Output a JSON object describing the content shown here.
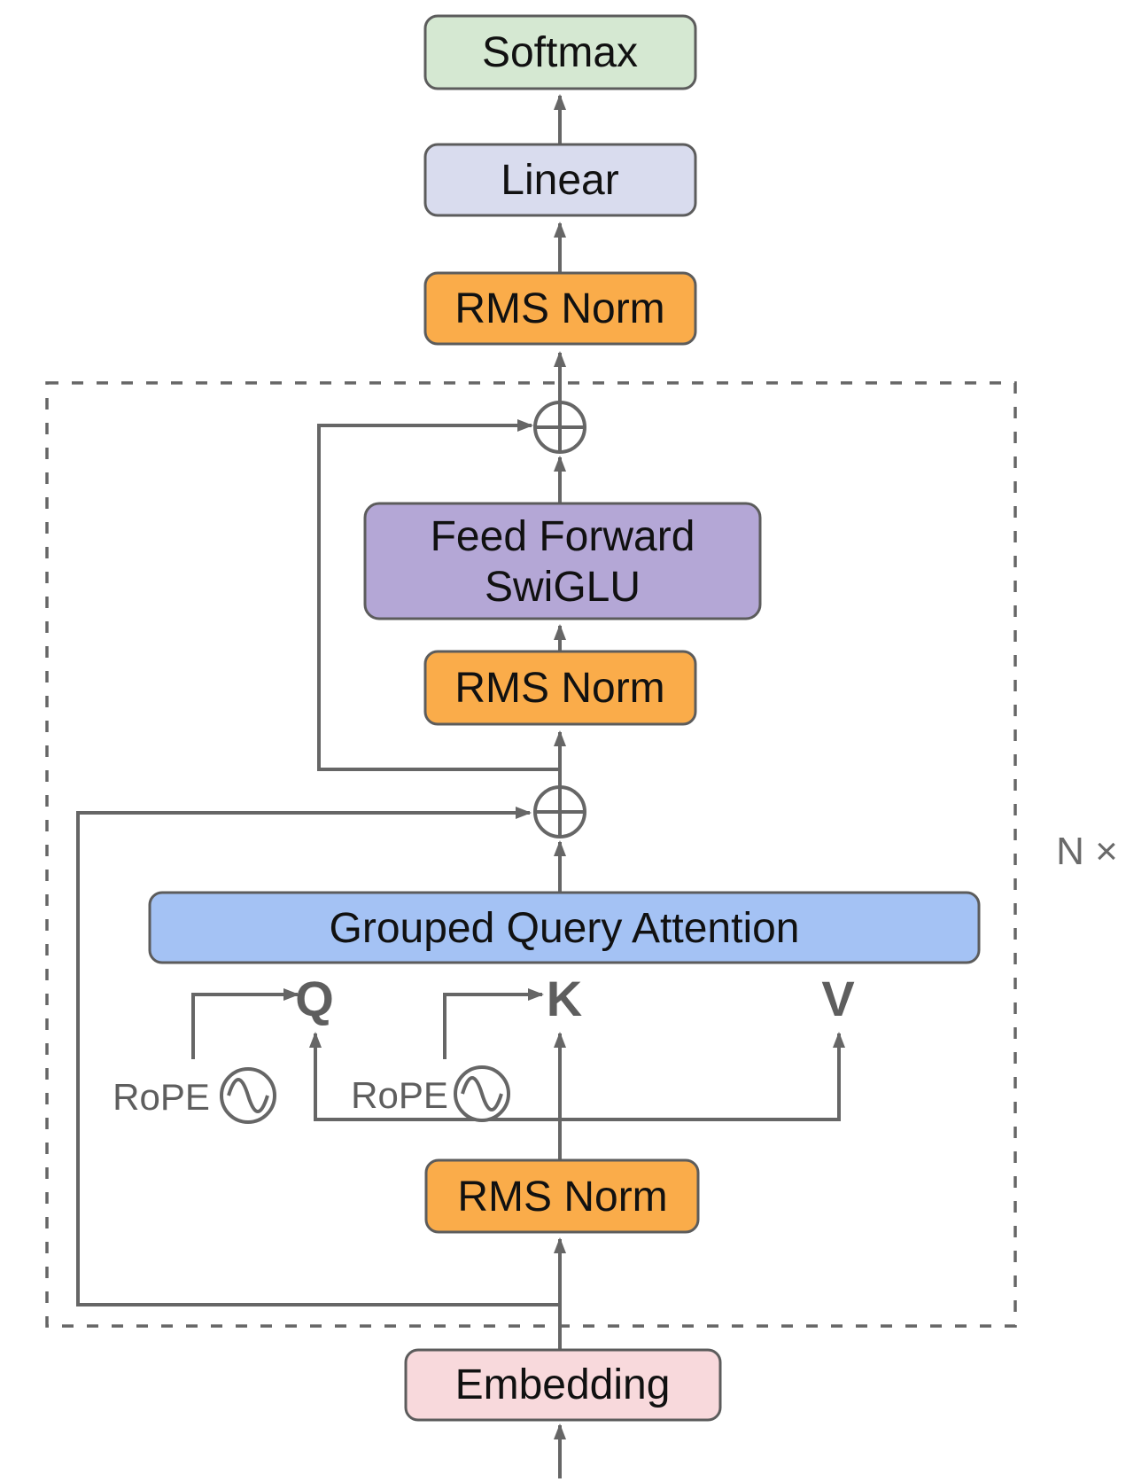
{
  "diagram": {
    "type": "transformer-architecture-flow",
    "blocks": {
      "softmax": "Softmax",
      "linear": "Linear",
      "rms_norm_top": "RMS Norm",
      "feed_forward_line1": "Feed Forward",
      "feed_forward_line2": "SwiGLU",
      "rms_norm_mid": "RMS Norm",
      "attention": "Grouped Query Attention",
      "rms_norm_bottom": "RMS Norm",
      "embedding": "Embedding"
    },
    "annotations": {
      "query": "Q",
      "key": "K",
      "value": "V",
      "rope_query": "RoPE",
      "rope_key": "RoPE",
      "repeat_count": "N ×"
    },
    "icons": {
      "add_1": "plus-in-circle",
      "add_2": "plus-in-circle",
      "rope_1": "sine-wave-in-circle",
      "rope_2": "sine-wave-in-circle"
    },
    "colors": {
      "softmax_fill": "#d5e8d2",
      "linear_fill": "#d9dcee",
      "norm_fill": "#faac4a",
      "feed_forward_fill": "#b4a7d6",
      "attention_fill": "#a4c2f4",
      "embedding_fill": "#f8d9dc",
      "line": "#666666",
      "border": "#5c5c5c",
      "annotation_text": "#5e5e5e"
    }
  }
}
